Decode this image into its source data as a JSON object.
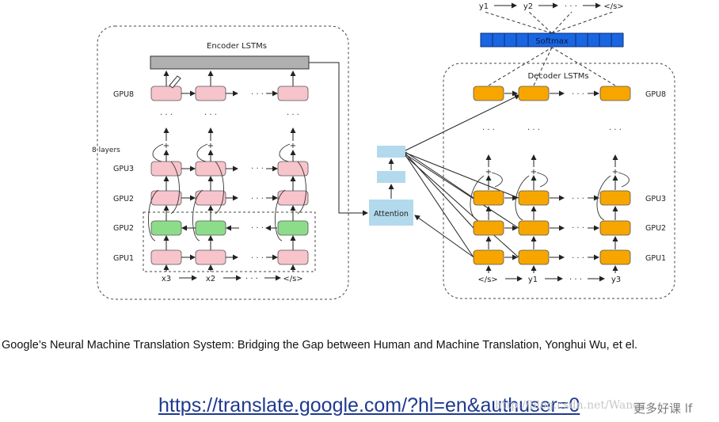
{
  "figure": {
    "encoder_title": "Encoder LSTMs",
    "decoder_title": "Decoder LSTMs",
    "layers_label": "8 layers",
    "attention_label": "Attention",
    "softmax_label": "Softmax",
    "encoder_gpu_labels": [
      "GPU8",
      "GPU3",
      "GPU2",
      "GPU2",
      "GPU1"
    ],
    "decoder_gpu_labels": [
      "GPU8",
      "GPU3",
      "GPU2",
      "GPU1"
    ],
    "encoder_inputs": [
      "x3",
      "x2",
      "· · ·",
      "</s>"
    ],
    "decoder_inputs": [
      "</s>",
      "y1",
      "· · ·",
      "y3"
    ],
    "decoder_outputs": [
      "y1",
      "y2",
      "· · ·",
      "</s>"
    ],
    "ellipsis": "· · ·",
    "colors": {
      "encoder_cell": "#f7c4cc",
      "bidirectional_cell": "#8ddc8a",
      "decoder_cell": "#f7a600",
      "attention": "#b3d9ec",
      "softmax": "#1a66e0",
      "encoder_output_bar": "#b0b0b0"
    }
  },
  "caption": "Google’s Neural Machine Translation System: Bridging the Gap between Human and Machine Translation, Yonghui Wu, et el.",
  "url": "https://translate.google.com/?hl=en&authuser=0",
  "watermark": "http://blog.csdn.net/Wangz",
  "watermark_cn": "更多好课",
  "watermark_tail": "lf"
}
